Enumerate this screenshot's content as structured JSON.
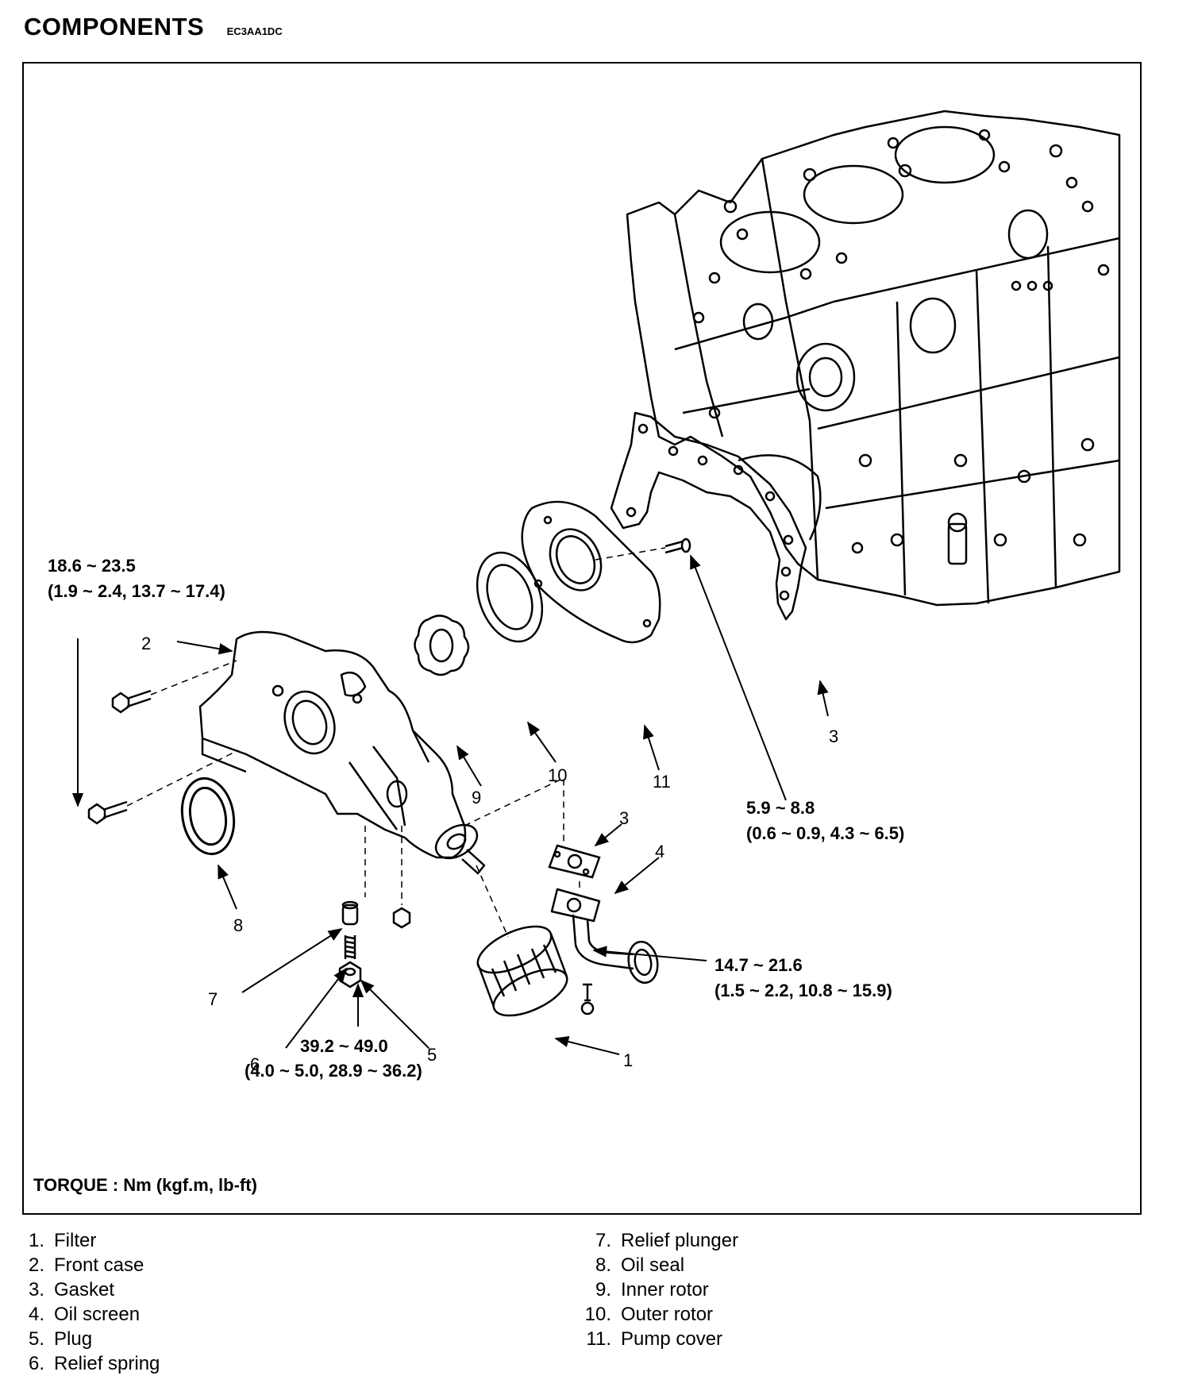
{
  "header": {
    "title": "COMPONENTS",
    "code": "EC3AA1DC"
  },
  "callouts": [
    {
      "id": "c1",
      "text": "1"
    },
    {
      "id": "c2",
      "text": "2"
    },
    {
      "id": "c3a",
      "text": "3"
    },
    {
      "id": "c3b",
      "text": "3"
    },
    {
      "id": "c4",
      "text": "4"
    },
    {
      "id": "c5",
      "text": "5"
    },
    {
      "id": "c6",
      "text": "6"
    },
    {
      "id": "c7",
      "text": "7"
    },
    {
      "id": "c8",
      "text": "8"
    },
    {
      "id": "c9",
      "text": "9"
    },
    {
      "id": "c10",
      "text": "10"
    },
    {
      "id": "c11",
      "text": "11"
    }
  ],
  "torque_specs": [
    {
      "id": "t1",
      "line1": "18.6 ~ 23.5",
      "line2": "(1.9 ~ 2.4, 13.7 ~ 17.4)"
    },
    {
      "id": "t2",
      "line1": "5.9 ~ 8.8",
      "line2": "(0.6 ~ 0.9, 4.3 ~ 6.5)"
    },
    {
      "id": "t3",
      "line1": "14.7 ~ 21.6",
      "line2": "(1.5 ~ 2.2, 10.8 ~ 15.9)"
    },
    {
      "id": "t4",
      "line1": "39.2 ~ 49.0",
      "line2": "(4.0 ~ 5.0, 28.9 ~ 36.2)"
    }
  ],
  "torque_note": "TORQUE : Nm (kgf.m, lb-ft)",
  "legend": {
    "left": [
      {
        "num": "1.",
        "label": "Filter"
      },
      {
        "num": "2.",
        "label": "Front case"
      },
      {
        "num": "3.",
        "label": "Gasket"
      },
      {
        "num": "4.",
        "label": "Oil screen"
      },
      {
        "num": "5.",
        "label": "Plug"
      },
      {
        "num": "6.",
        "label": "Relief spring"
      }
    ],
    "right": [
      {
        "num": "7.",
        "label": "Relief plunger"
      },
      {
        "num": "8.",
        "label": "Oil seal"
      },
      {
        "num": "9.",
        "label": "Inner rotor"
      },
      {
        "num": "10.",
        "label": "Outer rotor"
      },
      {
        "num": "11.",
        "label": "Pump cover"
      }
    ]
  }
}
